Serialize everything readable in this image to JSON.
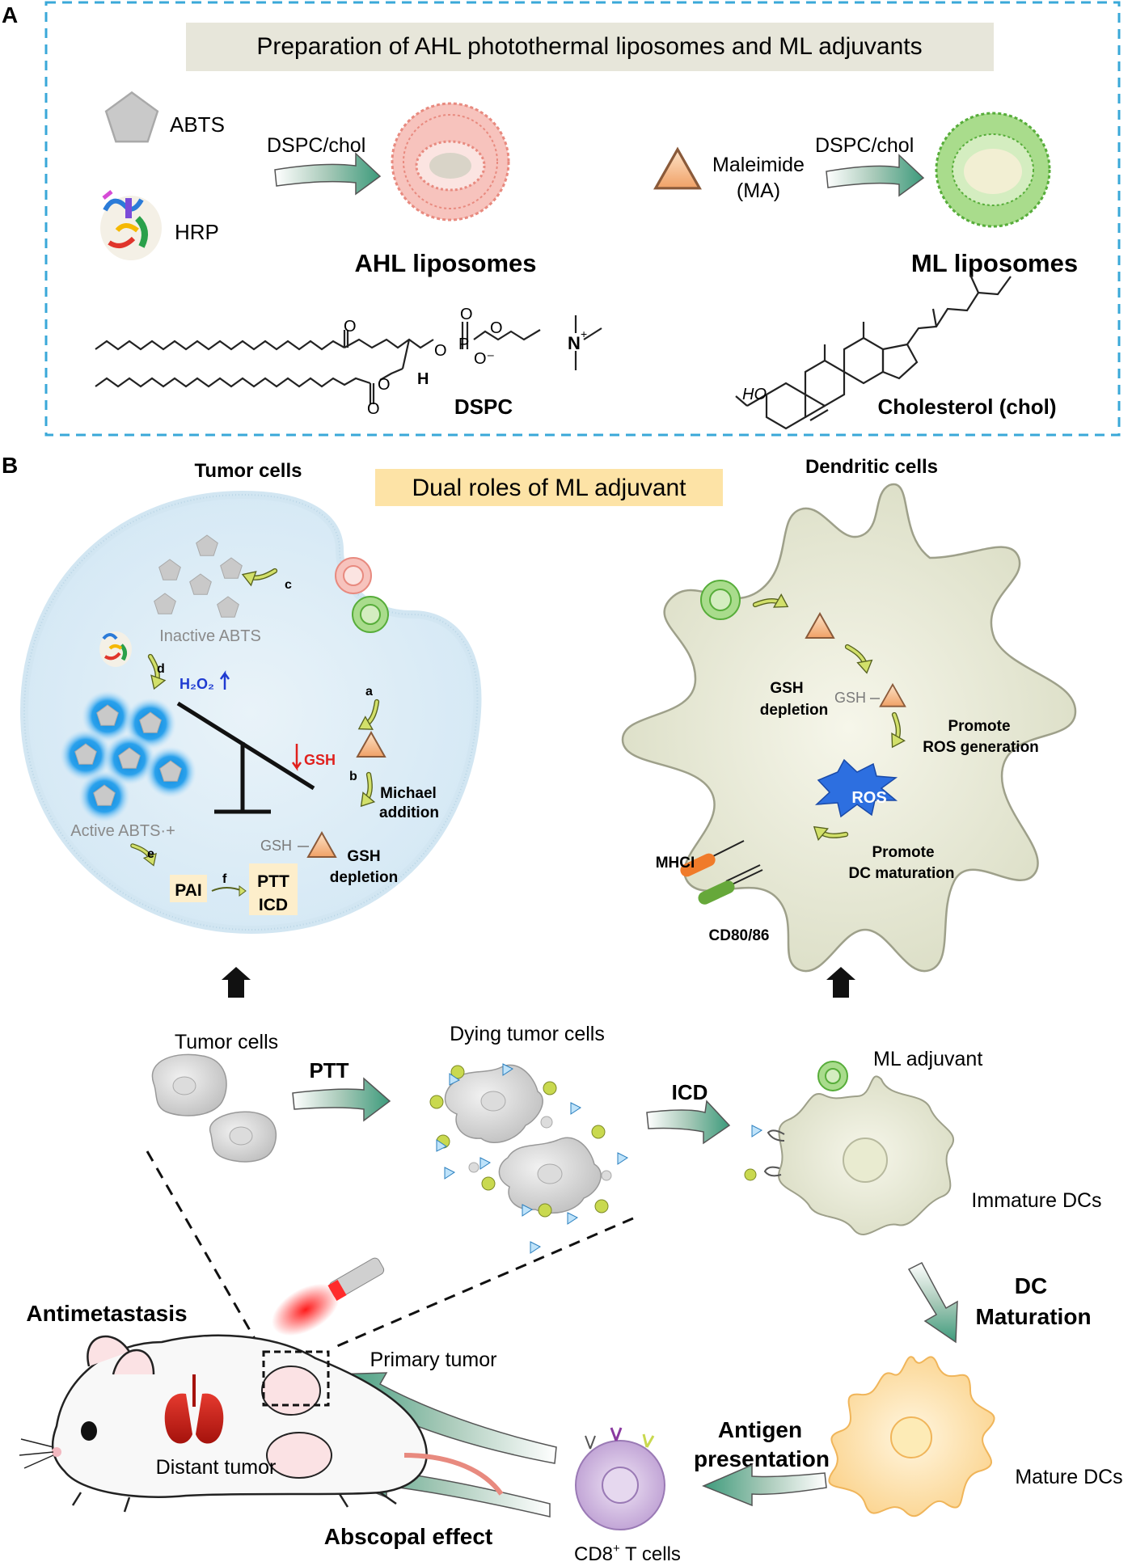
{
  "panel_a": {
    "letter": "A",
    "title": "Preparation of AHL photothermal liposomes and ML adjuvants",
    "abts": "ABTS",
    "hrp": "HRP",
    "dspc_chol_1": "DSPC/chol",
    "dspc_chol_2": "DSPC/chol",
    "ahl_liposomes": "AHL liposomes",
    "maleimide_1": "Maleimide",
    "maleimide_2": "(MA)",
    "ml_liposomes": "ML liposomes",
    "dspc_label": "DSPC",
    "chol_label": "Cholesterol (chol)",
    "chem_o": "O",
    "chem_p": "P",
    "chem_ominus": "O⁻",
    "chem_n": "N",
    "chem_nplus": "+",
    "chem_h": "H",
    "chem_ho": "HO"
  },
  "panel_b": {
    "letter": "B",
    "title": "Dual roles of ML adjuvant",
    "tumor_cells_heading": "Tumor cells",
    "dendritic_cells_heading": "Dendritic cells",
    "tumor": {
      "inactive_abts": "Inactive ABTS",
      "active_abts": "Active ABTS·+",
      "h2o2": "H₂O₂",
      "gsh_down": "GSH",
      "michael_1": "Michael",
      "michael_2": "addition",
      "gsh_conj": "GSH",
      "gsh_depletion_1": "GSH",
      "gsh_depletion_2": "depletion",
      "pai": "PAI",
      "ptt": "PTT",
      "icd": "ICD",
      "step_a": "a",
      "step_b": "b",
      "step_c": "c",
      "step_d": "d",
      "step_e": "e",
      "step_f": "f"
    },
    "dc": {
      "gsh_depletion_1": "GSH",
      "gsh_depletion_2": "depletion",
      "gsh_conj": "GSH",
      "promote_ros_1": "Promote",
      "promote_ros_2": "ROS generation",
      "ros": "ROS",
      "promote_dc_1": "Promote",
      "promote_dc_2": "DC maturation",
      "mhci": "MHCI",
      "cd80": "CD80/86"
    }
  },
  "bottom": {
    "tumor_cells": "Tumor cells",
    "ptt": "PTT",
    "dying_tumor_cells": "Dying tumor cells",
    "icd": "ICD",
    "ml_adjuvant": "ML adjuvant",
    "immature_dcs": "Immature DCs",
    "dc_maturation_1": "DC",
    "dc_maturation_2": "Maturation",
    "mature_dcs": "Mature DCs",
    "antigen_1": "Antigen",
    "antigen_2": "presentation",
    "cd8": "CD8",
    "cd8_sup": "+",
    "cd8_rest": " T cells",
    "antimetastasis": "Antimetastasis",
    "primary_tumor": "Primary tumor",
    "distant_tumor": "Distant tumor",
    "abscopal_effect": "Abscopal effect"
  }
}
